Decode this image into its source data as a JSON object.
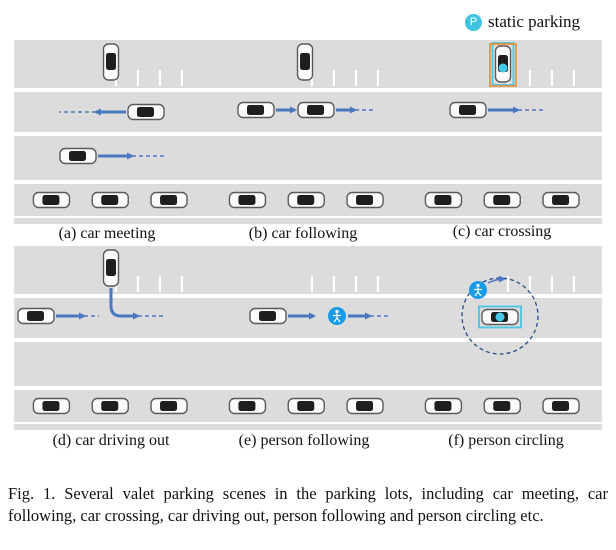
{
  "legend": {
    "badge_letter": "P",
    "label": "static parking"
  },
  "panels": [
    {
      "label": "(a) car meeting"
    },
    {
      "label": "(b) car following"
    },
    {
      "label": "(c) car crossing"
    },
    {
      "label": "(d) car driving out"
    },
    {
      "label": "(e) person following"
    },
    {
      "label": "(f) person circling"
    }
  ],
  "caption": "Fig. 1.  Several valet parking scenes in the parking lots, including car meeting, car following, car crossing, car driving out, person following and person circling etc.",
  "colors": {
    "lane_gray": "#dcdcdc",
    "arrow_blue": "#4a78c0",
    "person_blue": "#1a9be8",
    "highlight_cyan": "#46c8e6",
    "highlight_orange": "#f08c2c"
  }
}
